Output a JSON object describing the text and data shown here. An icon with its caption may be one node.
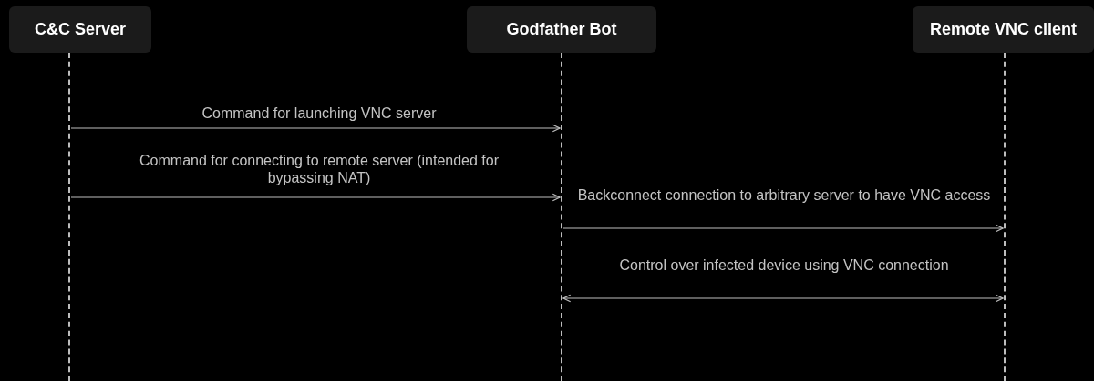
{
  "diagram": {
    "nodes": [
      {
        "text": [
          "C&C Server"
        ]
      },
      {
        "text": [
          "Godfather Bot"
        ]
      },
      {
        "text": [
          "Remote VNC client"
        ]
      },
      {
        "text": [],
        "shape": "line"
      },
      {
        "text": [],
        "shape": "line"
      },
      {
        "text": [],
        "shape": "line"
      }
    ],
    "edges": [
      {
        "from": 3,
        "to": 4,
        "arrow": "to",
        "label": "Command for launching VNC server"
      },
      {
        "from": 3,
        "to": 4,
        "arrow": "to",
        "label": "Command for connecting to remote server (intended for bypassing NAT)"
      },
      {
        "from": 4,
        "to": 5,
        "arrow": "to",
        "label": "Backconnect connection to arbitrary server to have VNC access"
      },
      {
        "from": 4,
        "to": 5,
        "arrow": "both",
        "label": "Control over infected device using VNC connection"
      }
    ]
  }
}
